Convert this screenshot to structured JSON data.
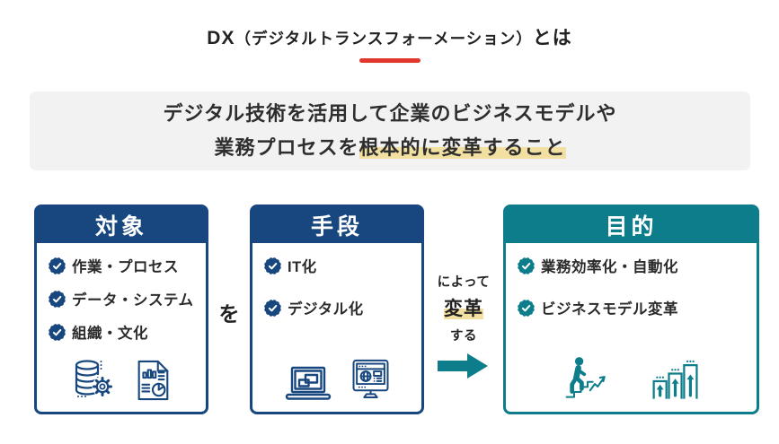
{
  "title": {
    "prefix": "DX",
    "paren": "（デジタルトランスフォーメーション）",
    "suffix": "とは"
  },
  "definition": {
    "line1": "デジタル技術を活用して企業のビジネスモデルや",
    "line2_plain": "業務プロセスを",
    "line2_highlight": "根本的に変革すること"
  },
  "boxes": [
    {
      "header": "対象",
      "items": [
        "作業・プロセス",
        "データ・システム",
        "組織・文化"
      ],
      "icons": [
        "database-gear-icon",
        "report-document-icon"
      ]
    },
    {
      "header": "手段",
      "items": [
        "IT化",
        "デジタル化"
      ],
      "icons": [
        "laptop-windows-icon",
        "monitor-browser-icon"
      ]
    },
    {
      "header": "目的",
      "items": [
        "業務効率化・自動化",
        "ビジネスモデル変革"
      ],
      "icons": [
        "person-climbing-stairs-icon",
        "growth-bars-icon"
      ]
    }
  ],
  "connectors": {
    "wo": "を",
    "niyotte": "によって",
    "henkaku": "変革",
    "suru": "する",
    "arrow_icon": "right-arrow-icon"
  },
  "colors": {
    "blue": "#17477E",
    "teal": "#0E7D8B",
    "red": "#E2372C",
    "highlight": "#F2DFA2",
    "gray_bg": "#F2F2F2",
    "text": "#2B2B2B"
  }
}
